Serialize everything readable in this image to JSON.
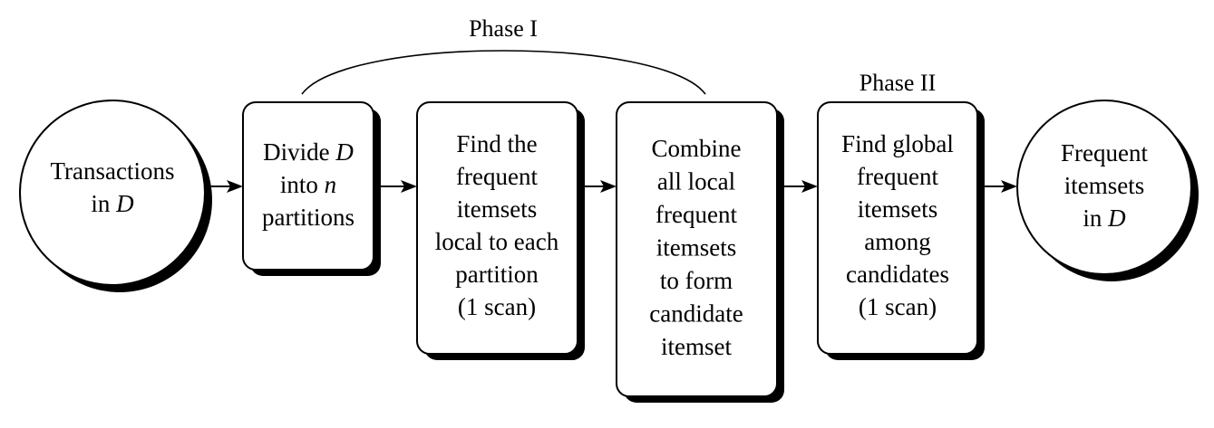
{
  "phase_labels": {
    "phase1": "Phase I",
    "phase2": "Phase II"
  },
  "nodes": {
    "start": {
      "lines": [
        [
          {
            "t": "Transactions"
          }
        ],
        [
          {
            "t": "in "
          },
          {
            "t": "D",
            "i": true
          }
        ]
      ]
    },
    "divide": {
      "lines": [
        [
          {
            "t": "Divide "
          },
          {
            "t": "D",
            "i": true
          }
        ],
        [
          {
            "t": "into "
          },
          {
            "t": "n",
            "i": true
          }
        ],
        [
          {
            "t": "partitions"
          }
        ]
      ]
    },
    "find_local": {
      "lines": [
        [
          {
            "t": "Find the"
          }
        ],
        [
          {
            "t": "frequent"
          }
        ],
        [
          {
            "t": "itemsets"
          }
        ],
        [
          {
            "t": "local to each"
          }
        ],
        [
          {
            "t": "partition"
          }
        ],
        [
          {
            "t": "(1 scan)"
          }
        ]
      ]
    },
    "combine": {
      "lines": [
        [
          {
            "t": "Combine"
          }
        ],
        [
          {
            "t": "all local"
          }
        ],
        [
          {
            "t": "frequent"
          }
        ],
        [
          {
            "t": "itemsets"
          }
        ],
        [
          {
            "t": "to form"
          }
        ],
        [
          {
            "t": "candidate"
          }
        ],
        [
          {
            "t": "itemset"
          }
        ]
      ]
    },
    "find_global": {
      "lines": [
        [
          {
            "t": "Find global"
          }
        ],
        [
          {
            "t": "frequent"
          }
        ],
        [
          {
            "t": "itemsets"
          }
        ],
        [
          {
            "t": "among"
          }
        ],
        [
          {
            "t": "candidates"
          }
        ],
        [
          {
            "t": "(1 scan)"
          }
        ]
      ]
    },
    "end": {
      "lines": [
        [
          {
            "t": "Frequent"
          }
        ],
        [
          {
            "t": "itemsets"
          }
        ],
        [
          {
            "t": "in "
          },
          {
            "t": "D",
            "i": true
          }
        ]
      ]
    }
  }
}
